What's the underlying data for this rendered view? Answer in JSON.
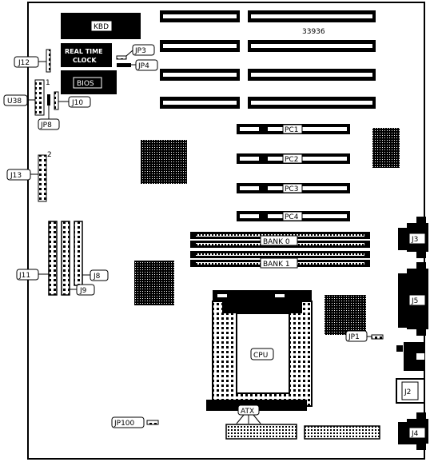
{
  "board": {
    "model_number": "33936",
    "labels": {
      "kbd": "KBD",
      "rtc_line1": "REAL TIME",
      "rtc_line2": "CLOCK",
      "bios": "BIOS",
      "cpu": "CPU",
      "atx": "ATX",
      "bank0": "BANK 0",
      "bank1": "BANK 1",
      "pc1": "PC1",
      "pc2": "PC2",
      "pc3": "PC3",
      "pc4": "PC4",
      "j3": "J3",
      "j5": "J5",
      "j2": "J2",
      "j4": "J4",
      "j12": "J12",
      "u38": "U38",
      "jp8": "JP8",
      "j10": "J10",
      "jp3": "JP3",
      "jp4": "JP4",
      "j13": "J13",
      "j11": "J11",
      "j8": "J8",
      "j9": "J9",
      "jp1": "JP1",
      "jp100": "JP100",
      "pin1": "1",
      "pin2": "2"
    }
  }
}
